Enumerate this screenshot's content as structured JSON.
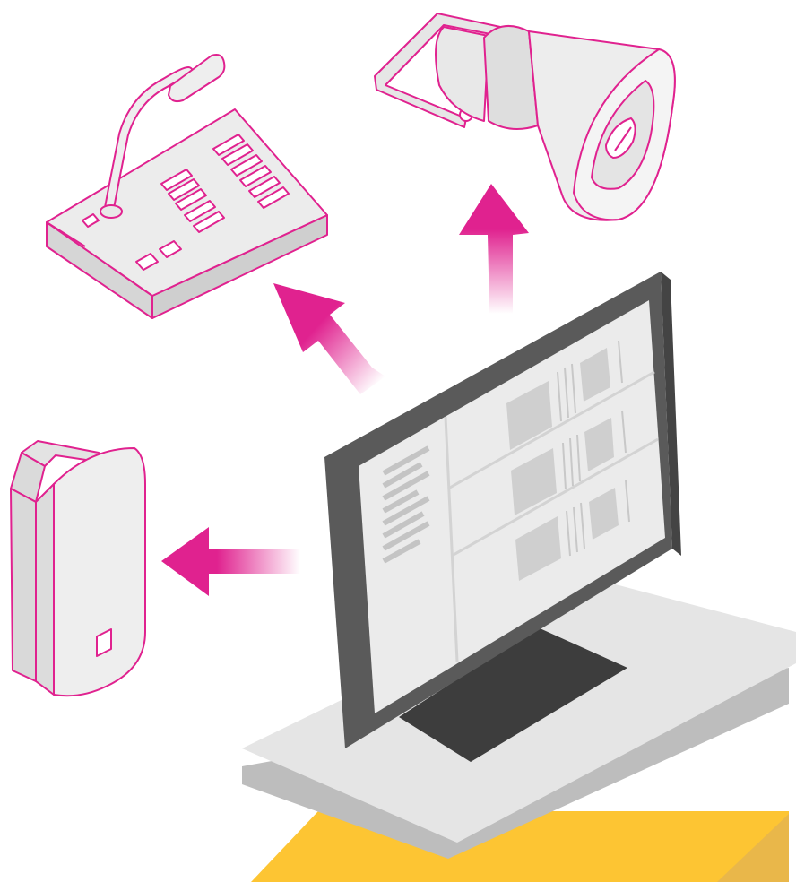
{
  "colors": {
    "accent": "#e0228f",
    "device_fill": "#eeeeee",
    "device_shade": "#d6d6d6",
    "monitor_frame": "#5a5a5a",
    "monitor_frame_dark": "#3f3f3f",
    "screen": "#ebebeb",
    "panel": "#cfcfcf",
    "desk_top": "#e4e4e4",
    "desk_side": "#bdbdbd",
    "floor": "#fdc533",
    "floor_shadow": "#e9b74a"
  },
  "scene": {
    "center_device": "monitor-icon",
    "targets": [
      "paging-microphone-console-icon",
      "horn-loudspeaker-icon",
      "wall-speaker-icon"
    ],
    "flows": [
      "arrow-to-console",
      "arrow-to-horn",
      "arrow-to-wall-speaker"
    ]
  }
}
